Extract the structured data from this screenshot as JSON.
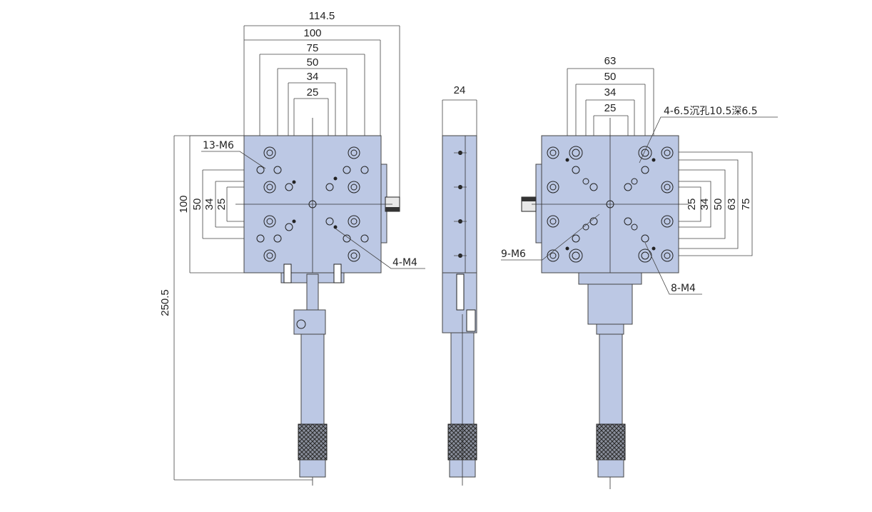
{
  "front_view": {
    "top_dims": [
      "114.5",
      "100",
      "75",
      "50",
      "34",
      "25"
    ],
    "left_dims": [
      "100",
      "50",
      "34",
      "25"
    ],
    "total_height": "250.5",
    "callout_m6": "13-M6",
    "callout_m4": "4-M4"
  },
  "side_view": {
    "width_dim": "24"
  },
  "rear_view": {
    "top_dims": [
      "63",
      "50",
      "34",
      "25"
    ],
    "right_dims": [
      "25",
      "34",
      "50",
      "63",
      "75"
    ],
    "callout_counterbore": "4-6.5沉孔10.5深6.5",
    "callout_m6": "9-M6",
    "callout_m4": "8-M4"
  },
  "colors": {
    "plate": "#bcc8e4",
    "line": "#333333"
  }
}
